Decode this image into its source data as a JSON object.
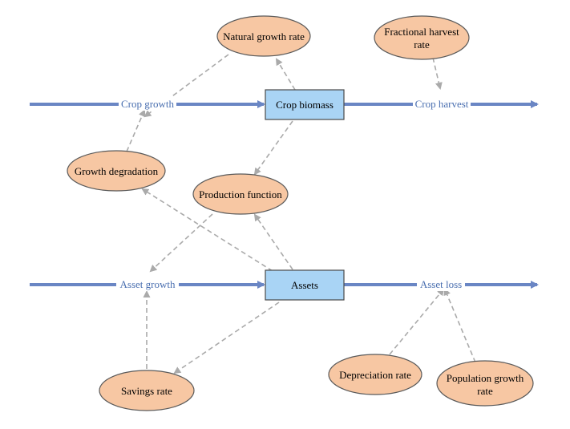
{
  "colors": {
    "flow": "#6a86c4",
    "link": "#aaaaaa",
    "stock_fill": "#a9d4f5",
    "stock_stroke": "#4a4a4a",
    "aux_fill": "#f7c7a3",
    "aux_stroke": "#5a5a5a",
    "flow_label": "#4a6fb0"
  },
  "stocks": {
    "crop_biomass": "Crop biomass",
    "assets": "Assets"
  },
  "flows": {
    "crop_growth": "Crop growth",
    "crop_harvest": "Crop harvest",
    "asset_growth": "Asset growth",
    "asset_loss": "Asset loss"
  },
  "auxiliaries": {
    "natural_growth_rate": "Natural growth rate",
    "fractional_harvest_rate": [
      "Fractional harvest",
      "rate"
    ],
    "growth_degradation": "Growth degradation",
    "production_function": "Production function",
    "savings_rate": "Savings rate",
    "depreciation_rate": "Depreciation rate",
    "population_growth_rate": [
      "Population growth",
      "rate"
    ]
  }
}
